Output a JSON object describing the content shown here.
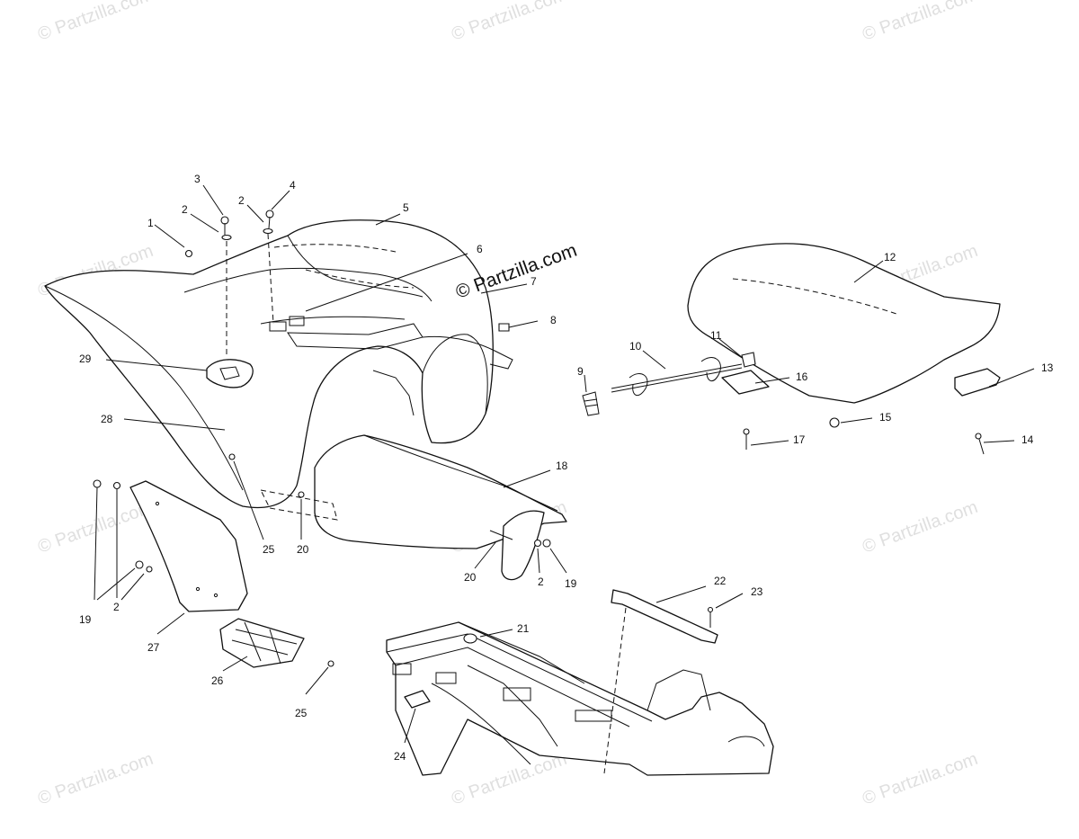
{
  "watermark": {
    "main_text": "© Partzilla.com",
    "repeat_text": "© Partzilla.com"
  },
  "callouts": {
    "c1": "1",
    "c2a": "2",
    "c2b": "2",
    "c2c": "2",
    "c2d": "2",
    "c3": "3",
    "c4": "4",
    "c5": "5",
    "c6": "6",
    "c7": "7",
    "c8": "8",
    "c9": "9",
    "c10": "10",
    "c11": "11",
    "c12": "12",
    "c13": "13",
    "c14": "14",
    "c15": "15",
    "c16": "16",
    "c17": "17",
    "c18": "18",
    "c19a": "19",
    "c19b": "19",
    "c20a": "20",
    "c20b": "20",
    "c21": "21",
    "c22": "22",
    "c23": "23",
    "c24": "24",
    "c25a": "25",
    "c25b": "25",
    "c26": "26",
    "c27": "27",
    "c28": "28",
    "c29": "29"
  },
  "colors": {
    "line": "#111111",
    "watermark": "#b9b9b9",
    "background": "#ffffff"
  }
}
